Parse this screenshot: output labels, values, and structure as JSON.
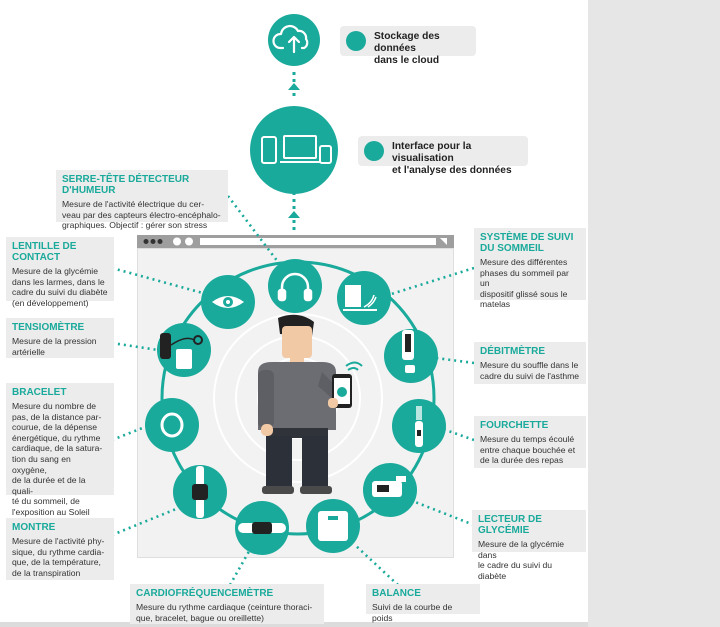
{
  "top": {
    "cloud_label_1": "Stockage des données",
    "cloud_label_2": "dans le cloud",
    "interface_label_1": "Interface pour la visualisation",
    "interface_label_2": "et l'analyse des données"
  },
  "devices": {
    "serre_tete": {
      "title": "SERRE-TÊTE DÉTECTEUR D'HUMEUR",
      "lines": [
        "Mesure de l'activité électrique du cer-",
        "veau par des capteurs électro-encéphalo-",
        "graphiques. Objectif : gérer son stress"
      ]
    },
    "lentille": {
      "title": "LENTILLE DE CONTACT",
      "lines": [
        "Mesure de la glycémie",
        "dans les larmes, dans le",
        "cadre du suivi du diabète",
        "(en développement)"
      ]
    },
    "tensiometre": {
      "title": "TENSIOMÈTRE",
      "lines": [
        "Mesure de la pression",
        "artérielle"
      ]
    },
    "bracelet": {
      "title": "BRACELET",
      "lines": [
        "Mesure du nombre de",
        "pas, de la distance par-",
        "courue, de la dépense",
        "énergétique, du rythme",
        "cardiaque, de la satura-",
        "tion du sang en oxygène,",
        "de la durée et de la quali-",
        "té du sommeil, de",
        "l'exposition au Soleil"
      ]
    },
    "montre": {
      "title": "MONTRE",
      "lines": [
        "Mesure de l'activité phy-",
        "sique, du rythme cardia-",
        "que, de la température,",
        "de la transpiration"
      ]
    },
    "cardio": {
      "title": "CARDIOFRÉQUENCEMÈTRE",
      "lines": [
        "Mesure du rythme cardiaque (ceinture thoraci-",
        "que, bracelet, bague ou oreillette)"
      ]
    },
    "balance": {
      "title": "BALANCE",
      "lines": [
        "Suivi de la courbe de poids"
      ]
    },
    "glycemie": {
      "title": "LECTEUR DE GLYCÉMIE",
      "lines": [
        "Mesure de la glycémie dans",
        "le cadre du suivi du diabète"
      ]
    },
    "fourchette": {
      "title": "FOURCHETTE",
      "lines": [
        "Mesure du temps écoulé",
        "entre chaque bouchée et",
        "de la durée des repas"
      ]
    },
    "debitmetre": {
      "title": "DÉBITMÈTRE",
      "lines": [
        "Mesure du souffle dans le",
        "cadre du suivi de l'asthme"
      ]
    },
    "sommeil": {
      "title_1": "SYSTÈME DE SUIVI",
      "title_2": "DU SOMMEIL",
      "lines": [
        "Mesure des différentes",
        "phases du sommeil par un",
        "dispositif glissé sous le",
        "matelas"
      ]
    }
  },
  "colors": {
    "accent": "#1aaa9b",
    "box_bg": "#ececec",
    "browser_bg": "#dedede",
    "side_panel": "#e6e6e6"
  },
  "icons": [
    "cloud-upload-icon",
    "devices-icon",
    "sync-icon",
    "headphones-icon",
    "eye-icon",
    "sleep-sensor-icon",
    "blood-pressure-icon",
    "inhaler-icon",
    "bracelet-icon",
    "fork-icon",
    "watch-icon",
    "glucometer-icon",
    "chest-strap-icon",
    "scale-icon",
    "smartphone-icon"
  ]
}
